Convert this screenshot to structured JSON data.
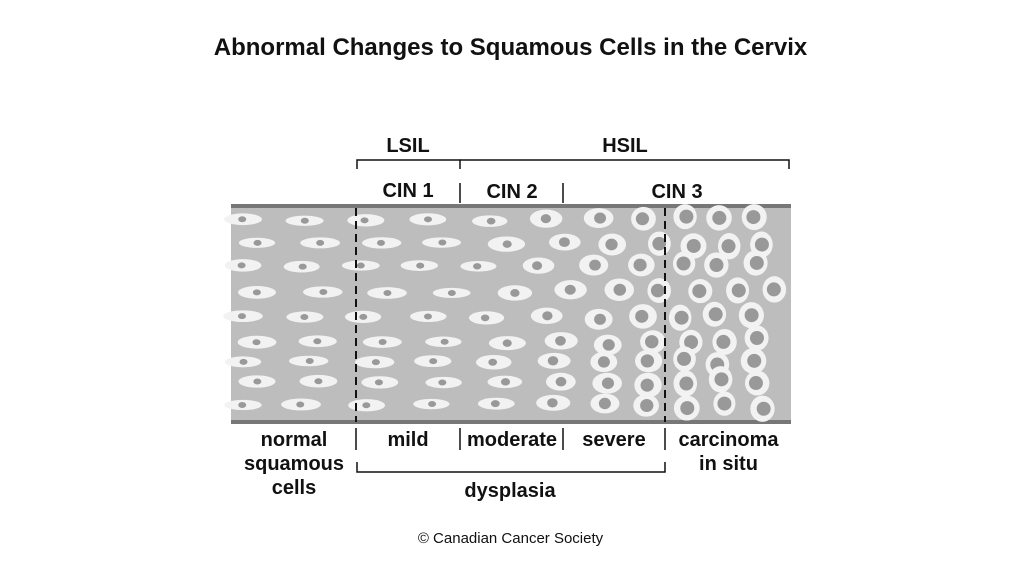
{
  "title": "Abnormal Changes to Squamous Cells in the Cervix",
  "grades": {
    "lsil": "LSIL",
    "hsil": "HSIL"
  },
  "cin": {
    "cin1": "CIN 1",
    "cin2": "CIN 2",
    "cin3": "CIN 3"
  },
  "stages": {
    "normal": [
      "normal",
      "squamous",
      "cells"
    ],
    "mild": "mild",
    "moderate": "moderate",
    "severe": "severe",
    "carcinoma": [
      "carcinoma",
      "in situ"
    ]
  },
  "dysplasia": "dysplasia",
  "credit": "© Canadian Cancer Society",
  "colors": {
    "tissue": "#bdbdbd",
    "border": "#777777",
    "cell": "#f2f2f2",
    "nucleus": "#999999",
    "line": "#111111"
  }
}
